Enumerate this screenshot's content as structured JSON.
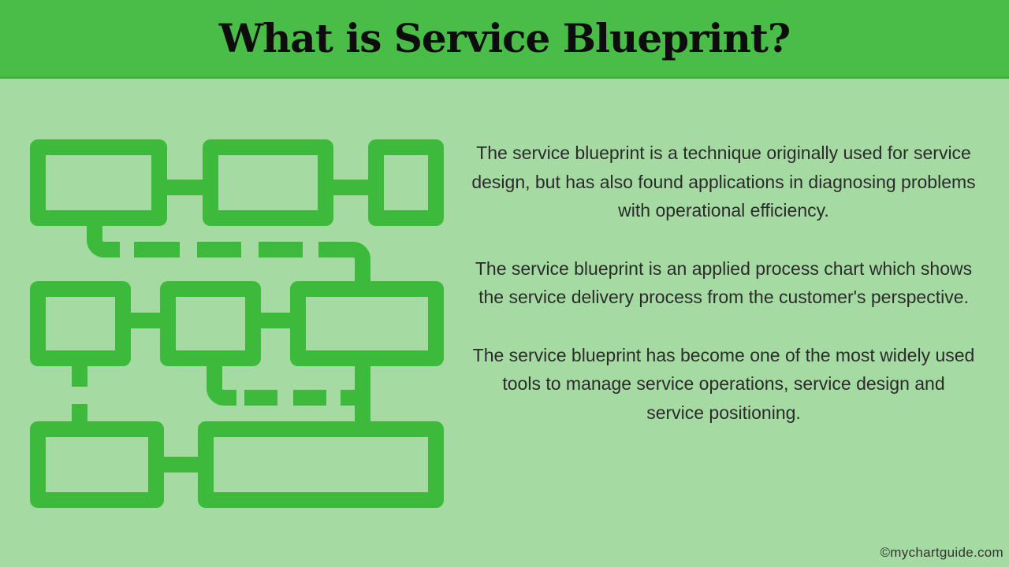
{
  "header": {
    "title": "What is Service Blueprint?",
    "bg_color": "#4ABD48",
    "title_color": "#0D0D0D"
  },
  "body": {
    "bg_color": "#A5DBA2",
    "text_color": "#2B2B2B"
  },
  "illustration": {
    "icon": "flowchart-icon",
    "color": "#3DB93C",
    "description": "flowchart of connected boxes with solid and dashed links"
  },
  "content": {
    "paragraphs": [
      "The service blueprint is a technique originally used for service design, but has also found applications in diagnosing problems with operational efficiency.",
      "The service blueprint is an applied process chart which shows the service delivery process from the customer's perspective.",
      "The service blueprint has become one of the most widely used tools to manage service operations, service design and service positioning."
    ]
  },
  "footer": {
    "copyright": "©mychartguide.com"
  }
}
